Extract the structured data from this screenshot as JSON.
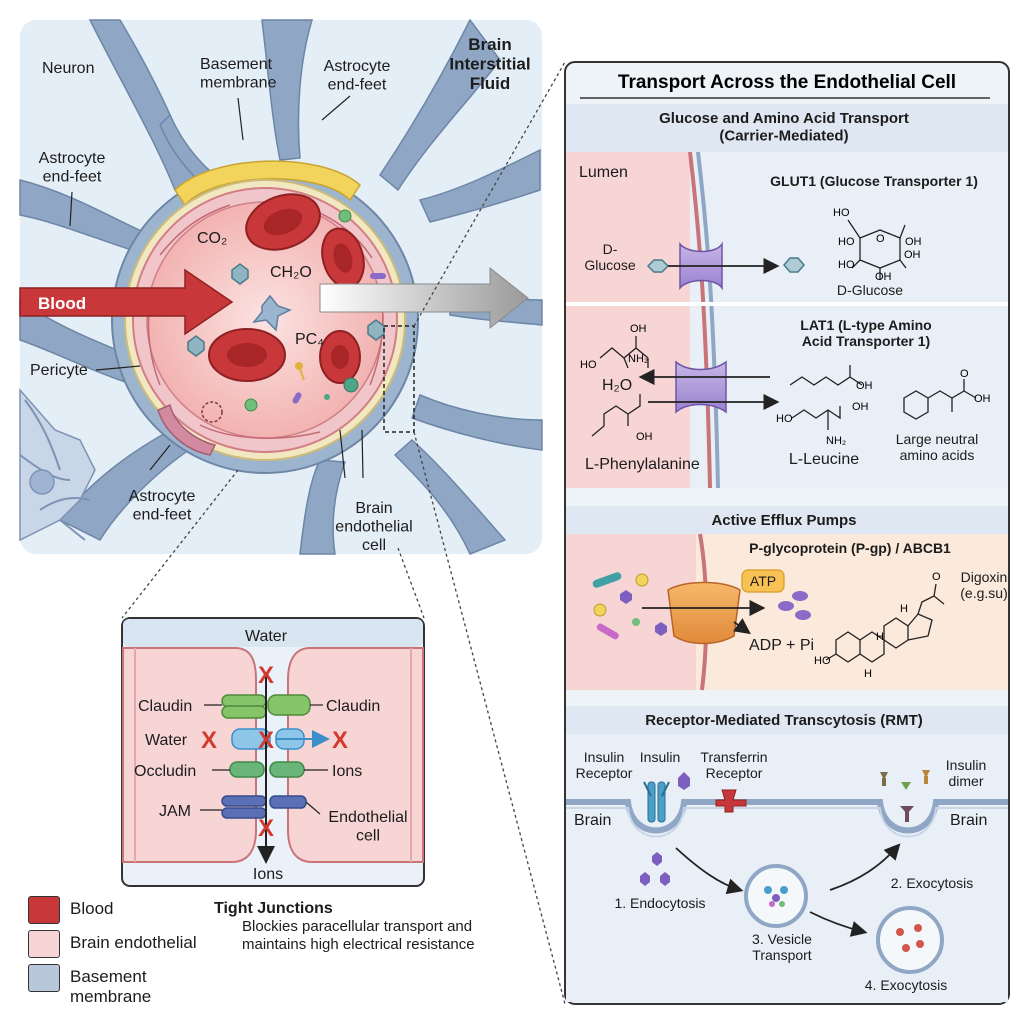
{
  "brain_region": {
    "neuron": "Neuron",
    "basement_membrane": "Basement\nmembrane",
    "astrocyte_top_right": "Astrocyte\nend-feet",
    "astrocyte_left": "Astrocyte\nend-feet",
    "astrocyte_bottom": "Astrocyte\nend-feet",
    "brain_isf": "Brain\nInterstitial\nFluid",
    "blood": "Blood",
    "co2": "CO₂",
    "ch2o": "CH₂O",
    "pc4": "PC₄",
    "pericyte": "Pericyte",
    "endothelial": "Brain\nendothelial\ncell"
  },
  "tight_junction_inset": {
    "water_top": "Water",
    "claudin_left": "Claudin",
    "claudin_right": "Claudin",
    "water_left": "Water",
    "occludin": "Occludin",
    "ions_right": "Ions",
    "jam": "JAM",
    "endothelial_cell": "Endothelial\ncell",
    "ions_bottom": "Ions",
    "block_mark": "X"
  },
  "tight_junction_caption": {
    "title": "Tight Junctions",
    "description": "Blockies paracellular transport and maintains high electrical resistance"
  },
  "legend": [
    {
      "label": "Blood",
      "color": "#c8383a"
    },
    {
      "label": "Brain endothelial",
      "color": "#f8d5d5"
    },
    {
      "label": "Basement membrane",
      "color": "#b8c8da"
    }
  ],
  "transport_panel": {
    "title": "Transport Across the Endothelial Cell",
    "glucose_section": {
      "header": "Glucose and Amino Acid Transport\n(Carrier-Mediated)",
      "lumen": "Lumen",
      "glut1": "GLUT1 (Glucose Transporter 1)",
      "d_glucose_left": "D-\nGlucose",
      "d_glucose_right": "D-Glucose",
      "lat1": "LAT1 (L-type Amino\nAcid Transporter 1)",
      "h2o": "H₂O",
      "l_phenylalanine": "L-Phenylalanine",
      "l_leucine": "L-Leucine",
      "large_neutral": "Large neutral\namino acids"
    },
    "efflux_section": {
      "header": "Active Efflux Pumps",
      "pgp": "P-glycoprotein (P-gp) / ABCB1",
      "atp": "ATP",
      "adp": "ADP + Pi",
      "digoxin": "Digoxin\n(e.g.su)"
    },
    "rmt_section": {
      "header": "Receptor-Mediated Transcytosis (RMT)",
      "insulin_receptor": "Insulin\nReceptor",
      "insulin": "Insulin",
      "transferrin_receptor": "Transferrin\nReceptor",
      "insulin_dimer": "Insulin\ndimer",
      "brain_left": "Brain",
      "brain_right": "Brain",
      "step1": "1. Endocytosis",
      "step2": "2. Exocytosis",
      "step3": "3. Vesicle\nTransport",
      "step4": "4. Exocytosis"
    }
  },
  "chem_labels": {
    "ho": "HO",
    "oh": "OH",
    "o": "O",
    "h": "H",
    "nh2": "NH₂"
  },
  "colors": {
    "blood": "#c8383a",
    "endothelial": "#f8d5d5",
    "basement": "#b8c8da",
    "astrocyte": "#8fa7c4",
    "panel_bg": "#e9eff6"
  }
}
